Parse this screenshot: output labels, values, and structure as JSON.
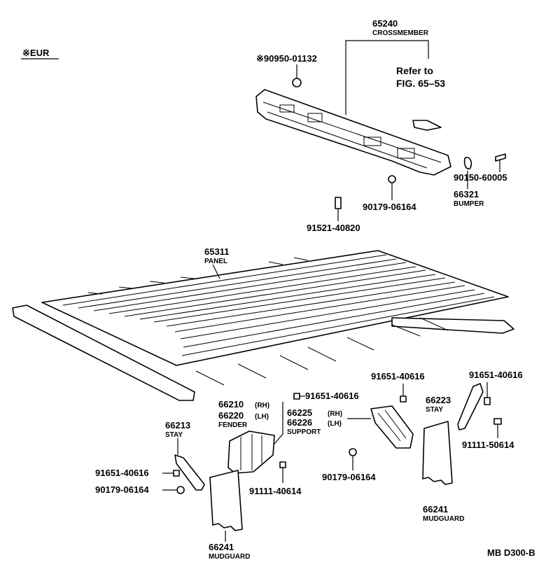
{
  "region_note": "※EUR",
  "figure_code": "MB D300-B",
  "reference_note": [
    "Refer to",
    "FIG. 65–53"
  ],
  "callouts": {
    "crossmember": {
      "number": "65240",
      "name": "CROSSMEMBER"
    },
    "bolt_90950": {
      "number": "※90950-01132"
    },
    "bolt_90150": {
      "number": "90150-60005"
    },
    "bumper": {
      "number": "66321",
      "name": "BUMPER"
    },
    "nut_90179_top": {
      "number": "90179-06164"
    },
    "bolt_91521": {
      "number": "91521-40820"
    },
    "panel": {
      "number": "65311",
      "name": "PANEL"
    },
    "bolt_91651_right_a": {
      "number": "91651-40616"
    },
    "bolt_91651_right_b": {
      "number": "91651-40616"
    },
    "bolt_91651_center": {
      "number": "91651-40616"
    },
    "bolt_91651_left": {
      "number": "91651-40616"
    },
    "fender": {
      "number_rh": "66210",
      "suffix_rh": "(RH)",
      "number_lh": "66220",
      "suffix_lh": "(LH)",
      "name": "FENDER"
    },
    "support": {
      "number_rh": "66225",
      "suffix_rh": "(RH)",
      "number_lh": "66226",
      "suffix_lh": "(LH)",
      "name": "SUPPORT"
    },
    "stay_right": {
      "number": "66223",
      "name": "STAY"
    },
    "stay_left": {
      "number": "66213",
      "name": "STAY"
    },
    "bolt_91111_right": {
      "number": "91111-50614"
    },
    "bolt_91111_center": {
      "number": "91111-40614"
    },
    "nut_90179_center": {
      "number": "90179-06164"
    },
    "nut_90179_left": {
      "number": "90179-06164"
    },
    "mudguard_right": {
      "number": "66241",
      "name": "MUDGUARD"
    },
    "mudguard_left": {
      "number": "66241",
      "name": "MUDGUARD"
    }
  }
}
